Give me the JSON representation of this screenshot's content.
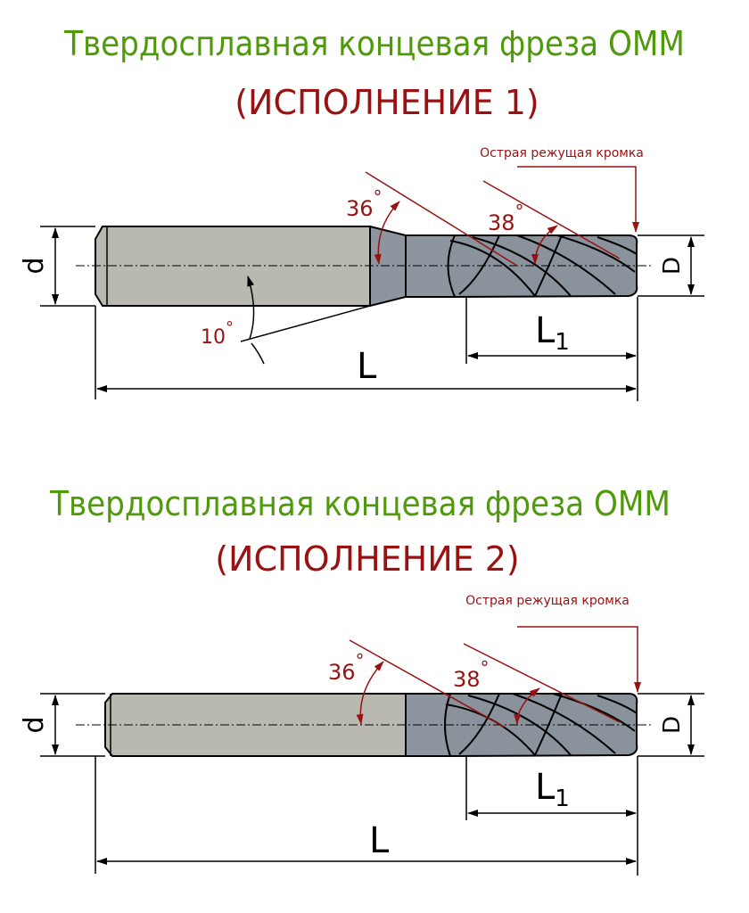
{
  "variant1": {
    "title": "Твердосплавная концевая фреза ОММ",
    "subtitle": "(ИСПОЛНЕНИЕ 1)",
    "note": "Острая режущая кромка",
    "angles": {
      "a36": "36",
      "a38": "38",
      "a10": "10",
      "deg": "°"
    },
    "dims": {
      "d": "d",
      "D": "D",
      "L": "L",
      "L1": "L",
      "L1_sub": "1"
    }
  },
  "variant2": {
    "title": "Твердосплавная концевая фреза ОММ",
    "subtitle": "(ИСПОЛНЕНИЕ 2)",
    "note": "Острая режущая кромка",
    "angles": {
      "a36": "36",
      "a38": "38",
      "deg": "°"
    },
    "dims": {
      "d": "d",
      "D": "D",
      "L": "L",
      "L1": "L",
      "L1_sub": "1"
    }
  },
  "colors": {
    "title": "#4f9a0a",
    "accent": "#9a1111",
    "shank": "#b9b9b1",
    "body": "#8a929c"
  }
}
